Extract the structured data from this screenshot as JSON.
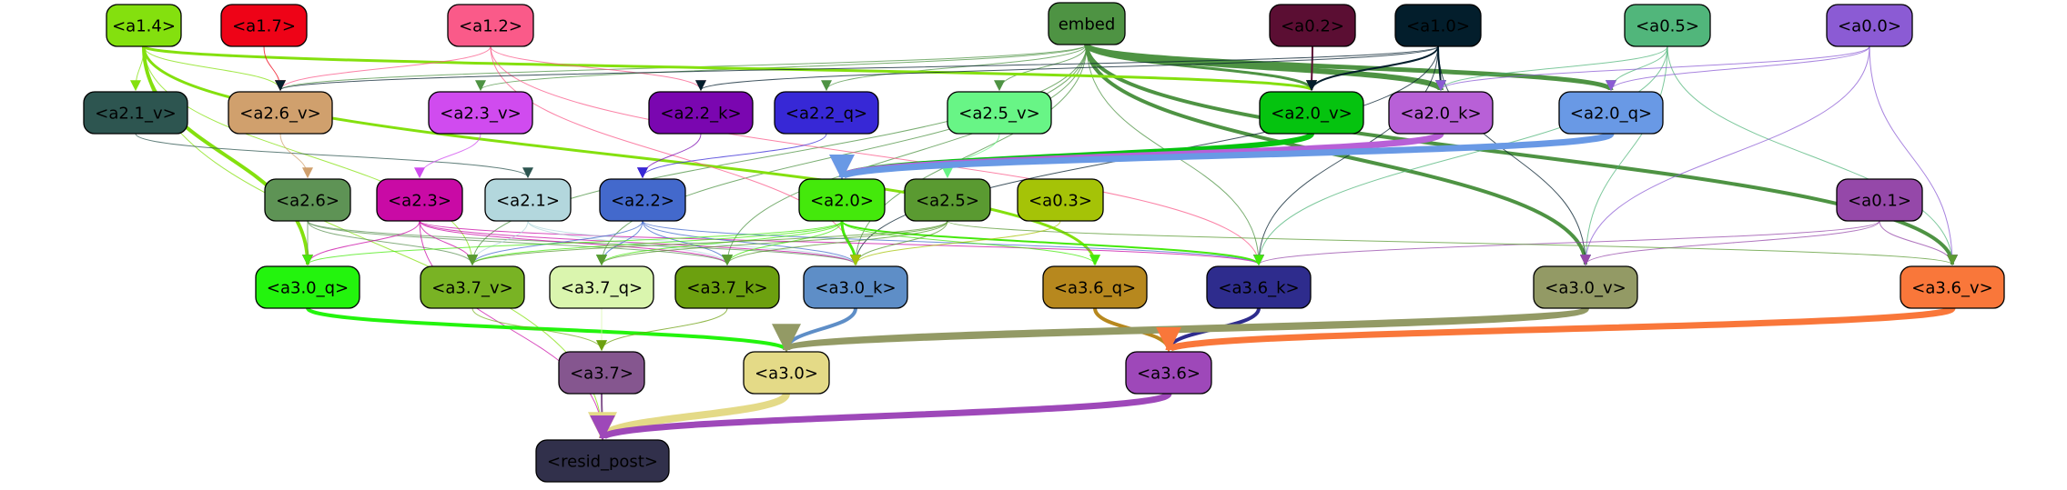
{
  "diagram": {
    "nodes": [
      {
        "id": "embed",
        "label": "embed",
        "color": "#4e9343",
        "text": "#000000"
      },
      {
        "id": "a1.4",
        "label": "<a1.4>",
        "color": "#84e00e",
        "text": "#000000"
      },
      {
        "id": "a1.7",
        "label": "<a1.7>",
        "color": "#ee0317",
        "text": "#000000"
      },
      {
        "id": "a1.2",
        "label": "<a1.2>",
        "color": "#fa5a89",
        "text": "#000000"
      },
      {
        "id": "a0.2",
        "label": "<a0.2>",
        "color": "#5b0e33",
        "text": "#000000"
      },
      {
        "id": "a1.0",
        "label": "<a1.0>",
        "color": "#031e2c",
        "text": "#000000"
      },
      {
        "id": "a0.5",
        "label": "<a0.5>",
        "color": "#51b67b",
        "text": "#000000"
      },
      {
        "id": "a0.0",
        "label": "<a0.0>",
        "color": "#8b5bd4",
        "text": "#000000"
      },
      {
        "id": "a2.1_v",
        "label": "<a2.1_v>",
        "color": "#2d5550",
        "text": "#000000"
      },
      {
        "id": "a2.6_v",
        "label": "<a2.6_v>",
        "color": "#d0a06d",
        "text": "#000000"
      },
      {
        "id": "a2.3_v",
        "label": "<a2.3_v>",
        "color": "#d04bef",
        "text": "#000000"
      },
      {
        "id": "a2.2_k",
        "label": "<a2.2_k>",
        "color": "#7a06b0",
        "text": "#000000"
      },
      {
        "id": "a2.2_q",
        "label": "<a2.2_q>",
        "color": "#3728d6",
        "text": "#000000"
      },
      {
        "id": "a2.5_v",
        "label": "<a2.5_v>",
        "color": "#68f586",
        "text": "#000000"
      },
      {
        "id": "a2.0_v",
        "label": "<a2.0_v>",
        "color": "#05c30f",
        "text": "#000000"
      },
      {
        "id": "a2.0_k",
        "label": "<a2.0_k>",
        "color": "#b860d7",
        "text": "#000000"
      },
      {
        "id": "a2.0_q",
        "label": "<a2.0_q>",
        "color": "#6999e5",
        "text": "#000000"
      },
      {
        "id": "a0.1",
        "label": "<a0.1>",
        "color": "#9548a9",
        "text": "#000000"
      },
      {
        "id": "a2.6",
        "label": "<a2.6>",
        "color": "#5e9355",
        "text": "#000000"
      },
      {
        "id": "a2.3",
        "label": "<a2.3>",
        "color": "#c90aa5",
        "text": "#000000"
      },
      {
        "id": "a2.1",
        "label": "<a2.1>",
        "color": "#b3d7dd",
        "text": "#000000"
      },
      {
        "id": "a2.2",
        "label": "<a2.2>",
        "color": "#4369cc",
        "text": "#000000"
      },
      {
        "id": "a2.0",
        "label": "<a2.0>",
        "color": "#44e90b",
        "text": "#000000"
      },
      {
        "id": "a2.5",
        "label": "<a2.5>",
        "color": "#5a9a31",
        "text": "#000000"
      },
      {
        "id": "a0.3",
        "label": "<a0.3>",
        "color": "#a5c307",
        "text": "#000000"
      },
      {
        "id": "a3.0_q",
        "label": "<a3.0_q>",
        "color": "#23f40d",
        "text": "#000000"
      },
      {
        "id": "a3.7_v",
        "label": "<a3.7_v>",
        "color": "#79b324",
        "text": "#000000"
      },
      {
        "id": "a3.7_q",
        "label": "<a3.7_q>",
        "color": "#daf5ae",
        "text": "#000000"
      },
      {
        "id": "a3.7_k",
        "label": "<a3.7_k>",
        "color": "#6ca00f",
        "text": "#000000"
      },
      {
        "id": "a3.0_k",
        "label": "<a3.0_k>",
        "color": "#5e8ec7",
        "text": "#000000"
      },
      {
        "id": "a3.6_q",
        "label": "<a3.6_q>",
        "color": "#b7881e",
        "text": "#000000"
      },
      {
        "id": "a3.6_k",
        "label": "<a3.6_k>",
        "color": "#2e2c8d",
        "text": "#000000"
      },
      {
        "id": "a3.0_v",
        "label": "<a3.0_v>",
        "color": "#939a65",
        "text": "#000000"
      },
      {
        "id": "a3.6_v",
        "label": "<a3.6_v>",
        "color": "#f9773a",
        "text": "#000000"
      },
      {
        "id": "a3.7",
        "label": "<a3.7>",
        "color": "#85568f",
        "text": "#000000"
      },
      {
        "id": "a3.0",
        "label": "<a3.0>",
        "color": "#e4da87",
        "text": "#000000"
      },
      {
        "id": "a3.6",
        "label": "<a3.6>",
        "color": "#9e48b9",
        "text": "#000000"
      },
      {
        "id": "resid_post",
        "label": "<resid_post>",
        "color": "#31304b",
        "text": "#000000"
      }
    ],
    "edges": [
      {
        "from": "embed",
        "to": "a2.0_k",
        "color": "#4e9343",
        "weight": 6
      },
      {
        "from": "embed",
        "to": "a2.0_q",
        "color": "#4e9343",
        "weight": 5
      },
      {
        "from": "embed",
        "to": "a2.0_v",
        "color": "#4e9343",
        "weight": 3
      },
      {
        "from": "embed",
        "to": "a3.0_v",
        "color": "#4e9343",
        "weight": 4
      },
      {
        "from": "embed",
        "to": "a3.6_v",
        "color": "#4e9343",
        "weight": 4
      },
      {
        "from": "embed",
        "to": "a3.6_k",
        "color": "#4e9343",
        "weight": 1
      },
      {
        "from": "embed",
        "to": "a3.0_k",
        "color": "#4e9343",
        "weight": 1
      },
      {
        "from": "embed",
        "to": "a3.7_k",
        "color": "#4e9343",
        "weight": 1
      },
      {
        "from": "embed",
        "to": "a3.7_q",
        "color": "#4e9343",
        "weight": 1
      },
      {
        "from": "embed",
        "to": "a3.7_v",
        "color": "#4e9343",
        "weight": 1
      },
      {
        "from": "embed",
        "to": "a2.5_v",
        "color": "#4e9343",
        "weight": 1
      },
      {
        "from": "embed",
        "to": "a2.2_q",
        "color": "#4e9343",
        "weight": 1
      },
      {
        "from": "embed",
        "to": "a2.3_v",
        "color": "#4e9343",
        "weight": 1
      },
      {
        "from": "embed",
        "to": "a2.6_v",
        "color": "#4e9343",
        "weight": 1
      },
      {
        "from": "a1.4",
        "to": "a3.0_q",
        "color": "#84e00e",
        "weight": 4
      },
      {
        "from": "a1.4",
        "to": "a2.0_v",
        "color": "#84e00e",
        "weight": 3
      },
      {
        "from": "a1.4",
        "to": "a3.6_q",
        "color": "#84e00e",
        "weight": 3
      },
      {
        "from": "a1.4",
        "to": "a2.6_v",
        "color": "#84e00e",
        "weight": 1
      },
      {
        "from": "a1.4",
        "to": "a2.1_v",
        "color": "#84e00e",
        "weight": 1
      },
      {
        "from": "a1.4",
        "to": "resid_post",
        "color": "#84e00e",
        "weight": 1
      },
      {
        "from": "a1.4",
        "to": "a3.7_v",
        "color": "#84e00e",
        "weight": 1
      },
      {
        "from": "a1.7",
        "to": "a2.6_v",
        "color": "#ee0317",
        "weight": 1
      },
      {
        "from": "a1.2",
        "to": "a2.6_v",
        "color": "#fa5a89",
        "weight": 1
      },
      {
        "from": "a1.2",
        "to": "a2.2_k",
        "color": "#fa5a89",
        "weight": 1
      },
      {
        "from": "a1.2",
        "to": "a3.6_k",
        "color": "#fa5a89",
        "weight": 1
      },
      {
        "from": "a1.2",
        "to": "a3.0_k",
        "color": "#fa5a89",
        "weight": 1
      },
      {
        "from": "a0.2",
        "to": "a2.0_v",
        "color": "#5b0e33",
        "weight": 2
      },
      {
        "from": "a1.0",
        "to": "a2.0_v",
        "color": "#031e2c",
        "weight": 2
      },
      {
        "from": "a1.0",
        "to": "a2.0_k",
        "color": "#031e2c",
        "weight": 2
      },
      {
        "from": "a1.0",
        "to": "a2.2_k",
        "color": "#031e2c",
        "weight": 1
      },
      {
        "from": "a1.0",
        "to": "a2.6_v",
        "color": "#031e2c",
        "weight": 1
      },
      {
        "from": "a1.0",
        "to": "a3.0_v",
        "color": "#031e2c",
        "weight": 1
      },
      {
        "from": "a1.0",
        "to": "a3.6_k",
        "color": "#031e2c",
        "weight": 1
      },
      {
        "from": "a1.0",
        "to": "a3.0_k",
        "color": "#031e2c",
        "weight": 1
      },
      {
        "from": "a0.5",
        "to": "a2.0_q",
        "color": "#51b67b",
        "weight": 1
      },
      {
        "from": "a0.5",
        "to": "a2.0_k",
        "color": "#51b67b",
        "weight": 1
      },
      {
        "from": "a0.5",
        "to": "a3.0_v",
        "color": "#51b67b",
        "weight": 1
      },
      {
        "from": "a0.5",
        "to": "a3.6_v",
        "color": "#51b67b",
        "weight": 1
      },
      {
        "from": "a0.5",
        "to": "a3.6_k",
        "color": "#51b67b",
        "weight": 1
      },
      {
        "from": "a0.0",
        "to": "a2.0_q",
        "color": "#8b5bd4",
        "weight": 1
      },
      {
        "from": "a0.0",
        "to": "a2.0_k",
        "color": "#8b5bd4",
        "weight": 1
      },
      {
        "from": "a0.0",
        "to": "a3.0_v",
        "color": "#8b5bd4",
        "weight": 1
      },
      {
        "from": "a0.0",
        "to": "a3.6_v",
        "color": "#8b5bd4",
        "weight": 1
      },
      {
        "from": "a2.1_v",
        "to": "a2.1",
        "color": "#2d5550",
        "weight": 1
      },
      {
        "from": "a2.6_v",
        "to": "a2.6",
        "color": "#d0a06d",
        "weight": 1
      },
      {
        "from": "a2.3_v",
        "to": "a2.3",
        "color": "#d04bef",
        "weight": 1
      },
      {
        "from": "a2.2_k",
        "to": "a2.2",
        "color": "#7a06b0",
        "weight": 1
      },
      {
        "from": "a2.2_q",
        "to": "a2.2",
        "color": "#3728d6",
        "weight": 1
      },
      {
        "from": "a2.5_v",
        "to": "a2.5",
        "color": "#68f586",
        "weight": 1
      },
      {
        "from": "a2.0_v",
        "to": "a2.0",
        "color": "#05c30f",
        "weight": 6
      },
      {
        "from": "a2.0_k",
        "to": "a2.0",
        "color": "#b860d7",
        "weight": 7
      },
      {
        "from": "a2.0_q",
        "to": "a2.0",
        "color": "#6999e5",
        "weight": 7
      },
      {
        "from": "a0.1",
        "to": "a3.6_v",
        "color": "#9548a9",
        "weight": 1
      },
      {
        "from": "a0.1",
        "to": "a3.6_k",
        "color": "#9548a9",
        "weight": 1
      },
      {
        "from": "a0.1",
        "to": "a3.0_v",
        "color": "#9548a9",
        "weight": 1
      },
      {
        "from": "a2.6",
        "to": "a3.0_q",
        "color": "#5e9355",
        "weight": 1
      },
      {
        "from": "a2.6",
        "to": "a3.7_v",
        "color": "#5e9355",
        "weight": 1
      },
      {
        "from": "a2.6",
        "to": "a3.7_k",
        "color": "#5e9355",
        "weight": 1
      },
      {
        "from": "a2.6",
        "to": "a3.0_k",
        "color": "#5e9355",
        "weight": 1
      },
      {
        "from": "a2.3",
        "to": "a3.0_q",
        "color": "#c90aa5",
        "weight": 1
      },
      {
        "from": "a2.3",
        "to": "a3.7_v",
        "color": "#c90aa5",
        "weight": 1
      },
      {
        "from": "a2.3",
        "to": "a3.7_k",
        "color": "#c90aa5",
        "weight": 1
      },
      {
        "from": "a2.3",
        "to": "a3.0_k",
        "color": "#c90aa5",
        "weight": 1
      },
      {
        "from": "a2.3",
        "to": "a3.6_k",
        "color": "#c90aa5",
        "weight": 1
      },
      {
        "from": "a2.3",
        "to": "resid_post",
        "color": "#c90aa5",
        "weight": 1
      },
      {
        "from": "a2.1",
        "to": "a3.7_v",
        "color": "#b3d7dd",
        "weight": 1
      },
      {
        "from": "a2.1",
        "to": "a3.7_k",
        "color": "#b3d7dd",
        "weight": 1
      },
      {
        "from": "a2.1",
        "to": "a3.0_k",
        "color": "#b3d7dd",
        "weight": 1
      },
      {
        "from": "a2.2",
        "to": "a3.7_v",
        "color": "#4369cc",
        "weight": 1
      },
      {
        "from": "a2.2",
        "to": "a3.7_q",
        "color": "#4369cc",
        "weight": 1
      },
      {
        "from": "a2.2",
        "to": "a3.7_k",
        "color": "#4369cc",
        "weight": 1
      },
      {
        "from": "a2.2",
        "to": "a3.0_k",
        "color": "#4369cc",
        "weight": 1
      },
      {
        "from": "a2.2",
        "to": "a3.6_k",
        "color": "#4369cc",
        "weight": 1
      },
      {
        "from": "a2.0",
        "to": "a3.0_k",
        "color": "#44e90b",
        "weight": 3
      },
      {
        "from": "a2.0",
        "to": "a3.6_k",
        "color": "#44e90b",
        "weight": 2
      },
      {
        "from": "a2.0",
        "to": "a3.6_q",
        "color": "#44e90b",
        "weight": 1
      },
      {
        "from": "a2.0",
        "to": "a3.0_q",
        "color": "#44e90b",
        "weight": 1
      },
      {
        "from": "a2.0",
        "to": "a3.7_v",
        "color": "#44e90b",
        "weight": 1
      },
      {
        "from": "a2.0",
        "to": "a3.7_q",
        "color": "#44e90b",
        "weight": 1
      },
      {
        "from": "a2.0",
        "to": "a3.7_k",
        "color": "#44e90b",
        "weight": 1
      },
      {
        "from": "a2.5",
        "to": "a3.0_k",
        "color": "#5a9a31",
        "weight": 1
      },
      {
        "from": "a2.5",
        "to": "a3.7_k",
        "color": "#5a9a31",
        "weight": 1
      },
      {
        "from": "a2.5",
        "to": "a3.7_v",
        "color": "#5a9a31",
        "weight": 1
      },
      {
        "from": "a2.5",
        "to": "a3.7_q",
        "color": "#5a9a31",
        "weight": 1
      },
      {
        "from": "a2.5",
        "to": "a3.6_v",
        "color": "#5a9a31",
        "weight": 1
      },
      {
        "from": "a0.3",
        "to": "a3.0_k",
        "color": "#a5c307",
        "weight": 1
      },
      {
        "from": "a3.0_q",
        "to": "a3.0",
        "color": "#23f40d",
        "weight": 4
      },
      {
        "from": "a3.7_v",
        "to": "a3.7",
        "color": "#79b324",
        "weight": 1
      },
      {
        "from": "a3.7_q",
        "to": "a3.7",
        "color": "#daf5ae",
        "weight": 1
      },
      {
        "from": "a3.7_k",
        "to": "a3.7",
        "color": "#6ca00f",
        "weight": 1
      },
      {
        "from": "a3.0_k",
        "to": "a3.0",
        "color": "#5e8ec7",
        "weight": 4
      },
      {
        "from": "a3.6_q",
        "to": "a3.6",
        "color": "#b7881e",
        "weight": 4
      },
      {
        "from": "a3.6_k",
        "to": "a3.6",
        "color": "#2e2c8d",
        "weight": 4
      },
      {
        "from": "a3.0_v",
        "to": "a3.0",
        "color": "#939a65",
        "weight": 8
      },
      {
        "from": "a3.6_v",
        "to": "a3.6",
        "color": "#f9773a",
        "weight": 7
      },
      {
        "from": "a3.7",
        "to": "resid_post",
        "color": "#85568f",
        "weight": 2
      },
      {
        "from": "a3.0",
        "to": "resid_post",
        "color": "#e4da87",
        "weight": 8
      },
      {
        "from": "a3.6",
        "to": "resid_post",
        "color": "#9e48b9",
        "weight": 7
      }
    ]
  }
}
